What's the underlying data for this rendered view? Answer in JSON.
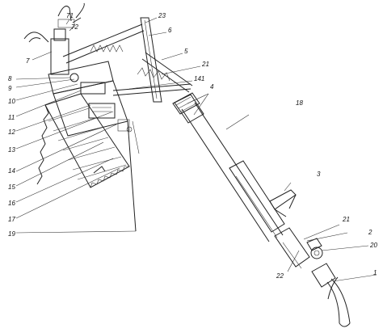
{
  "diagram": {
    "part_labels": {
      "l71": "71",
      "l72": "72",
      "l23": "23",
      "l6": "6",
      "l7": "7",
      "l5": "5",
      "l8": "8",
      "l21a": "21",
      "l9": "9",
      "l141": "141",
      "l10": "10",
      "l4": "4",
      "l11": "11",
      "l18": "18",
      "l12": "12",
      "l13": "13",
      "l14": "14",
      "l3": "3",
      "l15": "15",
      "l16": "16",
      "l17": "17",
      "l21b": "21",
      "l2": "2",
      "l19": "19",
      "l20": "20",
      "l22": "22",
      "l1": "1"
    }
  }
}
